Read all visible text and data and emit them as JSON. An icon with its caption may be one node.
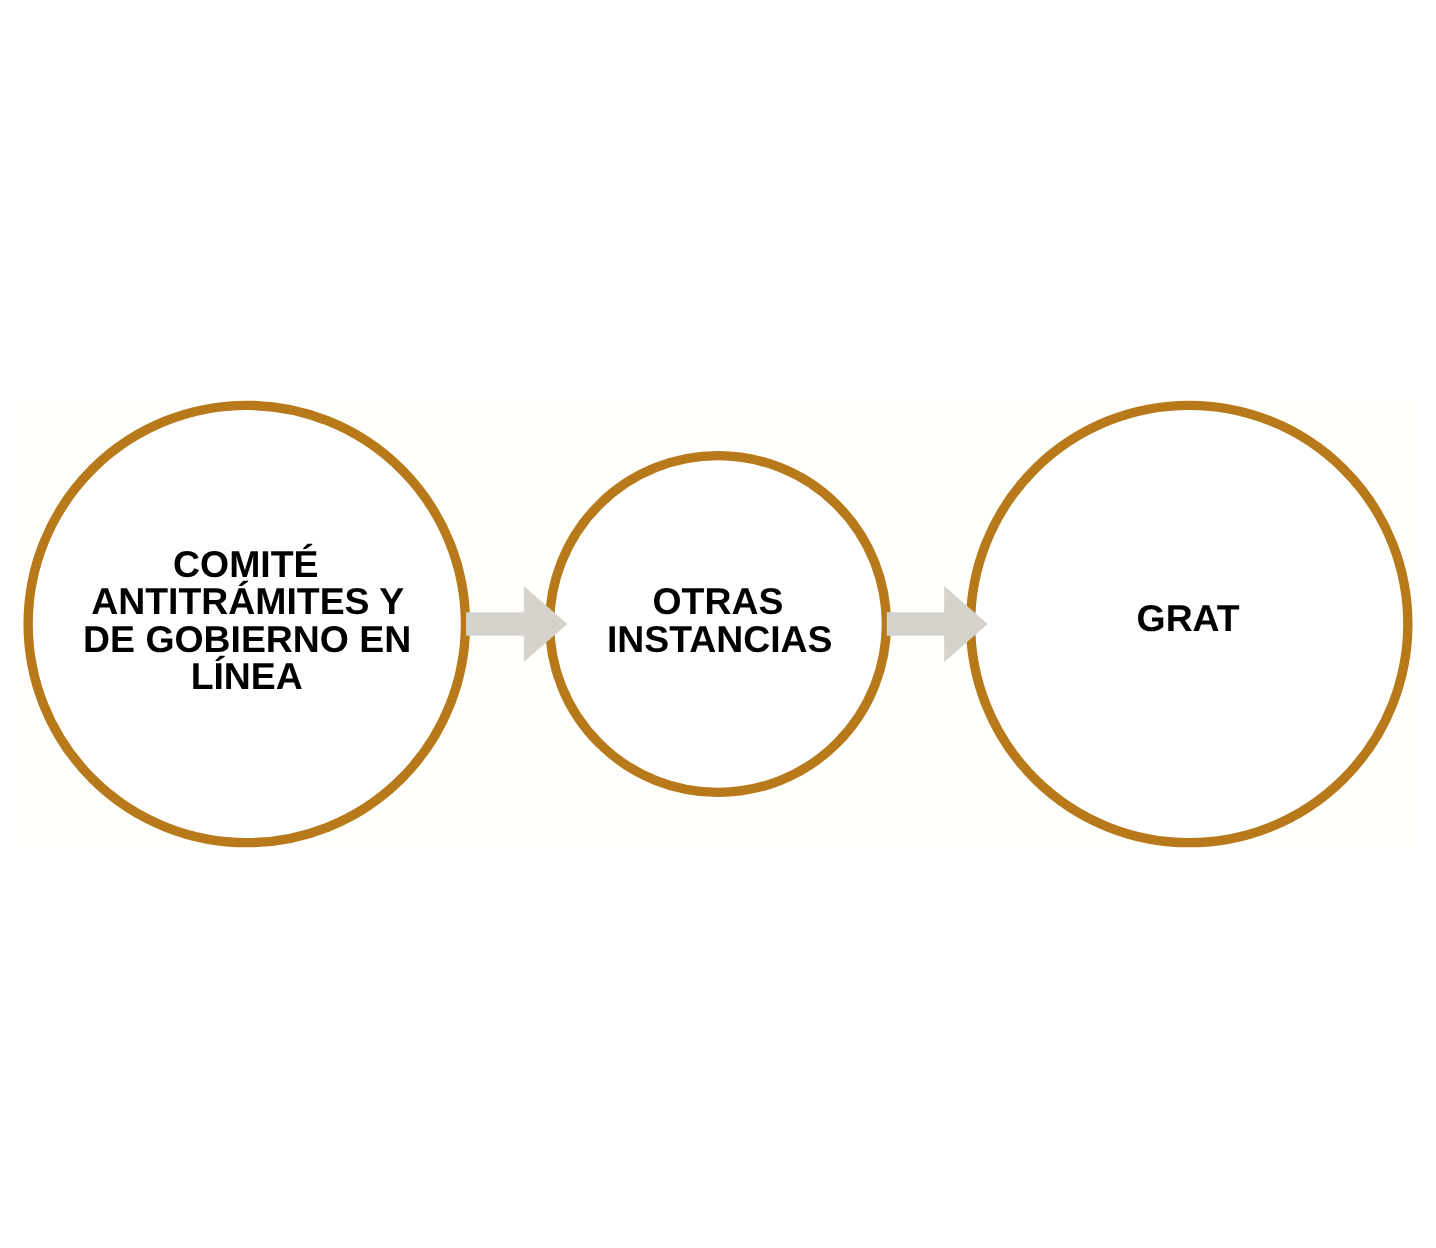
{
  "diagram": {
    "nodes": [
      {
        "text": [
          "COMITÉ ANTITRÁMITES Y DE GOBIERNO EN LÍNEA"
        ]
      },
      {
        "text": [
          "OTRAS INSTANCIAS"
        ]
      },
      {
        "text": [
          "GRAT"
        ]
      }
    ],
    "edges": [
      {
        "from": 0,
        "to": 1,
        "arrow": "to"
      },
      {
        "from": 1,
        "to": 2,
        "arrow": "to"
      }
    ]
  }
}
